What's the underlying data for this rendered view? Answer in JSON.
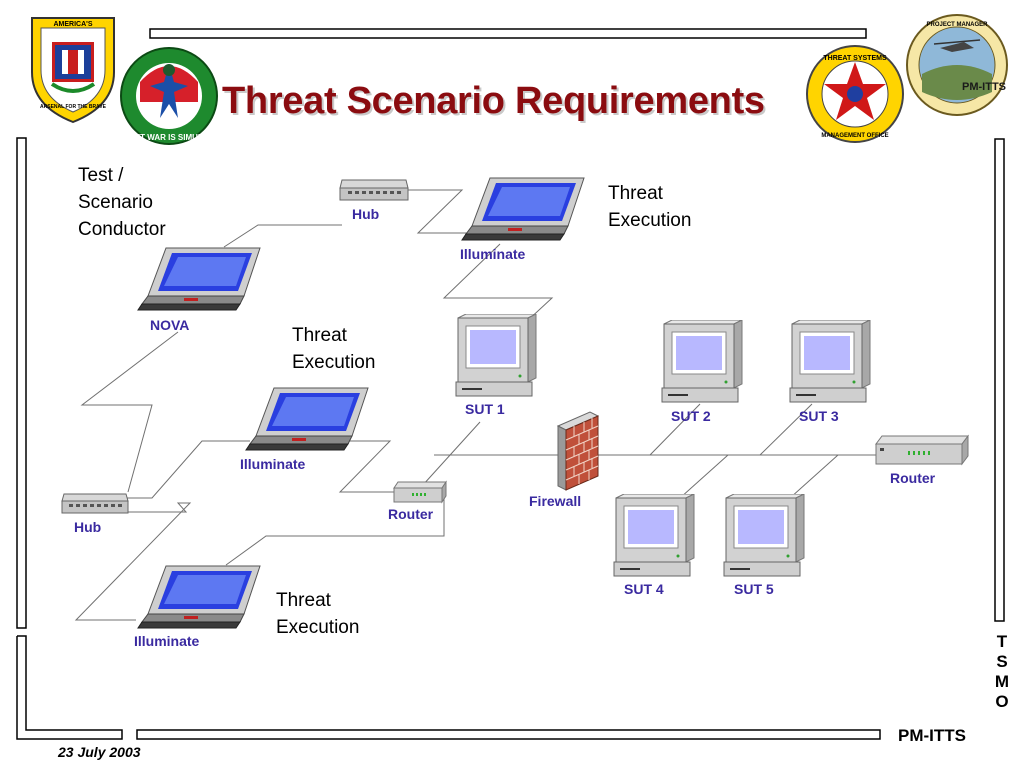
{
  "title": "Threat Scenario Requirements",
  "tsmo_letters": [
    "T",
    "S",
    "M",
    "O"
  ],
  "footer": {
    "org": "PM-ITTS",
    "date": "23 July 2003"
  },
  "notes": {
    "conductor": "Test /\nScenario\nConductor",
    "threat_execution_top": "Threat\nExecution",
    "threat_execution_mid": "Threat\nExecution",
    "threat_execution_bottom": "Threat\nExecution"
  },
  "devices": {
    "hub_top": "Hub",
    "illuminate_top": "Illuminate",
    "nova": "NOVA",
    "sut1": "SUT 1",
    "sut2": "SUT 2",
    "sut3": "SUT 3",
    "illuminate_mid": "Illuminate",
    "router_right": "Router",
    "hub_left": "Hub",
    "router_center": "Router",
    "firewall": "Firewall",
    "sut4": "SUT 4",
    "sut5": "SUT 5",
    "illuminate_bottom": "Illuminate"
  },
  "logos": {
    "arsenal": {
      "top_text": "AMERICA'S",
      "bottom_text": "ARSENAL FOR THE BRAVE"
    },
    "simulation": {
      "text": "ALL BUT WAR IS SIMULATION"
    },
    "tsmo_seal": {
      "top_text": "THREAT SYSTEMS",
      "bottom_text": "MANAGEMENT OFFICE"
    },
    "pm_itts": {
      "text": "PM-ITTS",
      "top_text": "PROJECT MANAGER"
    }
  },
  "colors": {
    "title": "#8b0c10",
    "device_label": "#3a2aa0",
    "screen": "#2a3fe0",
    "firewall": "#c0503a"
  }
}
